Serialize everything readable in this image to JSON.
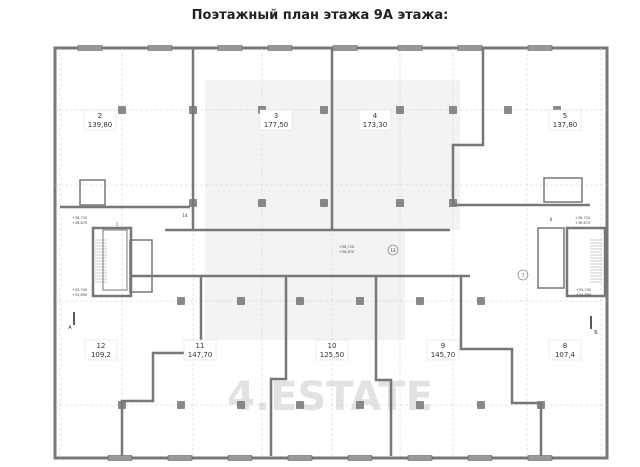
{
  "title": "Поэтажный план этажа 9А этажа:",
  "watermark": "4.ESTATE",
  "rooms": [
    {
      "number": "2",
      "area": "139,80"
    },
    {
      "number": "3",
      "area": "177,50"
    },
    {
      "number": "4",
      "area": "173,30"
    },
    {
      "number": "5",
      "area": "137,80"
    },
    {
      "number": "12",
      "area": "109,2"
    },
    {
      "number": "11",
      "area": "147,70"
    },
    {
      "number": "10",
      "area": "125,50"
    },
    {
      "number": "9",
      "area": "145,70"
    },
    {
      "number": "8",
      "area": "107,4"
    }
  ],
  "corridor": {
    "number": "13",
    "elevation_top": "+36,720",
    "elevation_bottom": "+36,870"
  },
  "room_14": "14",
  "room_7": "7",
  "room_6": "6",
  "room_1": "1",
  "elevations": {
    "left_upper": [
      "+36,720",
      "+36,870"
    ],
    "right_upper": [
      "+36,720",
      "+36,870"
    ],
    "left_stair": [
      "+34,740",
      "+34,890"
    ],
    "right_stair": [
      "+34,740",
      "+34,890"
    ]
  },
  "section_marks": [
    "А",
    "Б"
  ]
}
